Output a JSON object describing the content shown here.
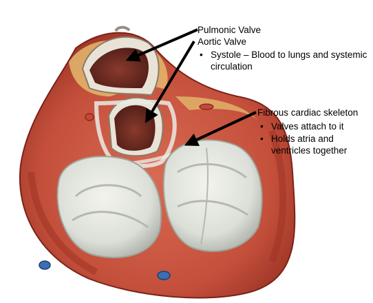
{
  "labels": {
    "pulmonic": "Pulmonic Valve",
    "aortic": "Aortic Valve",
    "aortic_bullet": "Systole – Blood to lungs and systemic circulation",
    "fibrous": "Fibrous cardiac skeleton",
    "fibrous_bullets": [
      "Valves attach to it",
      "Holds atria and ventricles together"
    ]
  },
  "bullet_glyph": "•",
  "colors": {
    "muscle": "#c8533f",
    "muscle_dark": "#8e2a1f",
    "fat": "#e9c27a",
    "valve_cavity": "#6b2a22",
    "leaflet": "#e4e4dc",
    "leaflet_shadow": "#b9bcb4",
    "arrow": "#000000"
  },
  "icons": {
    "heart": "heart-cross-section-illustration",
    "arrow": "pointer-arrow"
  }
}
